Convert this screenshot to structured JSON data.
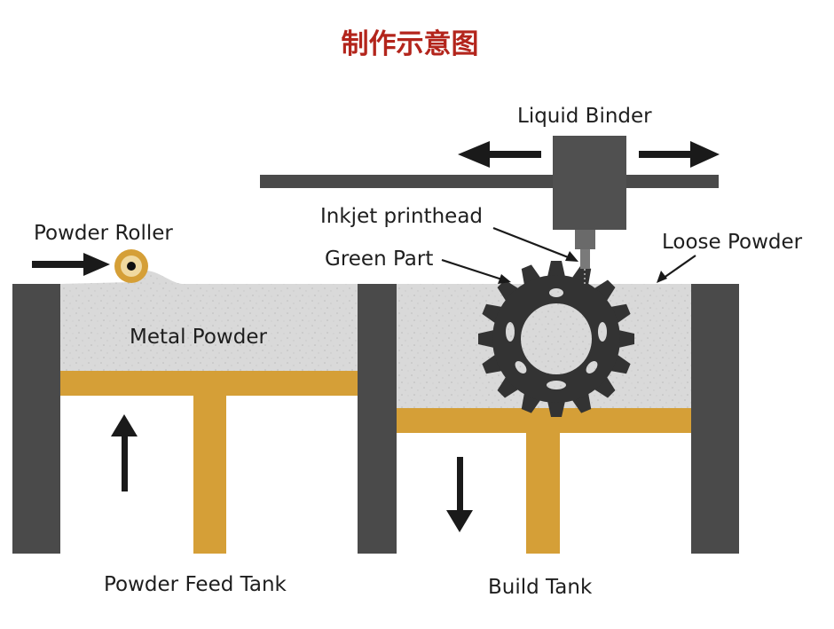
{
  "title": "制作示意图",
  "labels": {
    "liquid_binder": "Liquid Binder",
    "inkjet_printhead": "Inkjet printhead",
    "green_part": "Green Part",
    "loose_powder": "Loose Powder",
    "powder_roller": "Powder Roller",
    "metal_powder": "Metal Powder",
    "powder_feed_tank": "Powder Feed Tank",
    "build_tank": "Build Tank"
  },
  "colors": {
    "title": "#b3251c",
    "wall": "#4a4a4a",
    "platform": "#d59f37",
    "powder": "#d9d9d9",
    "arrow": "#1a1a1a",
    "part": "#333333"
  },
  "icons": [
    "left-arrow-icon",
    "right-arrow-icon",
    "up-arrow-icon",
    "down-arrow-icon",
    "roller-icon",
    "gear-icon"
  ]
}
